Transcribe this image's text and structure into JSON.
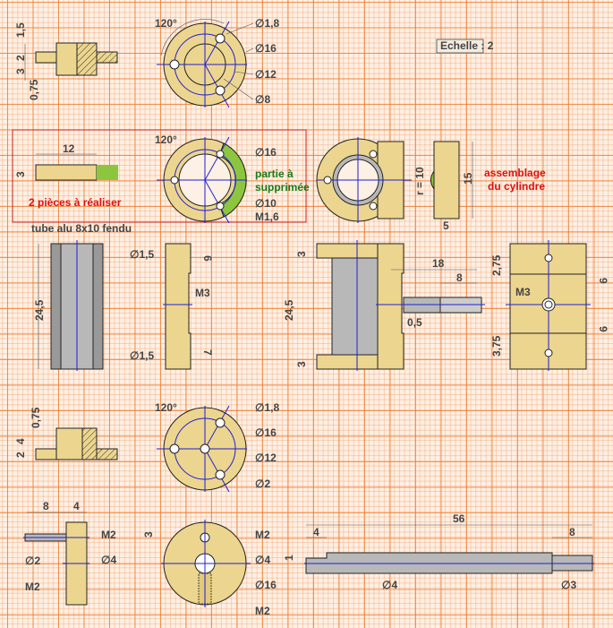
{
  "scale_label": "Echelle : 2",
  "colors": {
    "part": "#ecd58e",
    "axis": "#2020d0",
    "note": "#e01010",
    "removed": "#8cc63f"
  },
  "row1": {
    "side": {
      "d1": "1,5",
      "d2": "2",
      "d3": "3",
      "d4": "0,75"
    },
    "front": {
      "angle": "120°",
      "d1": "∅1,8",
      "d2": "∅16",
      "d3": "∅12",
      "d4": "∅8"
    }
  },
  "row2": {
    "side": {
      "width": "12",
      "height": "3"
    },
    "note": "2 pièces à réaliser",
    "front": {
      "angle": "120°",
      "d1": "∅16",
      "removed_1": "partie à",
      "removed_2": "supprimée",
      "d2": "∅10",
      "d3": "M1,6"
    },
    "assembly": {
      "radius": "r = 10",
      "height": "15",
      "width": "5",
      "title_1": "assemblage",
      "title_2": "du cylindre"
    }
  },
  "row3": {
    "tube_label": "tube alu 8x10 fendu",
    "tube_length": "24,5",
    "side": {
      "d1": "∅1,5",
      "d2": "6",
      "thread": "M3",
      "d3": "∅1,5",
      "d4": "7"
    },
    "assembly": {
      "top": "3",
      "length": "24,5",
      "bottom": "3",
      "l1": "18",
      "l2": "8",
      "gap": "0,5"
    },
    "block": {
      "d1": "2,75",
      "d2": "3,75",
      "thread": "M3",
      "s1": "9",
      "s2": "9"
    }
  },
  "row4": {
    "side": {
      "d1": "0,75",
      "d2": "4",
      "d3": "2"
    },
    "front": {
      "angle": "120°",
      "d1": "∅1,8",
      "d2": "∅16",
      "d3": "∅12",
      "d4": "∅2"
    }
  },
  "row5": {
    "crank": {
      "l1": "8",
      "l2": "4",
      "t1": "M2",
      "d1": "∅2",
      "d2": "∅4",
      "t2": "M2"
    },
    "disc": {
      "offset": "3",
      "t1": "M2",
      "d1": "∅4",
      "d2": "∅16",
      "t2": "M2"
    },
    "shaft": {
      "length": "56",
      "l1": "4",
      "l2": "8",
      "step": "1",
      "d1": "∅4",
      "d2": "∅3"
    }
  }
}
